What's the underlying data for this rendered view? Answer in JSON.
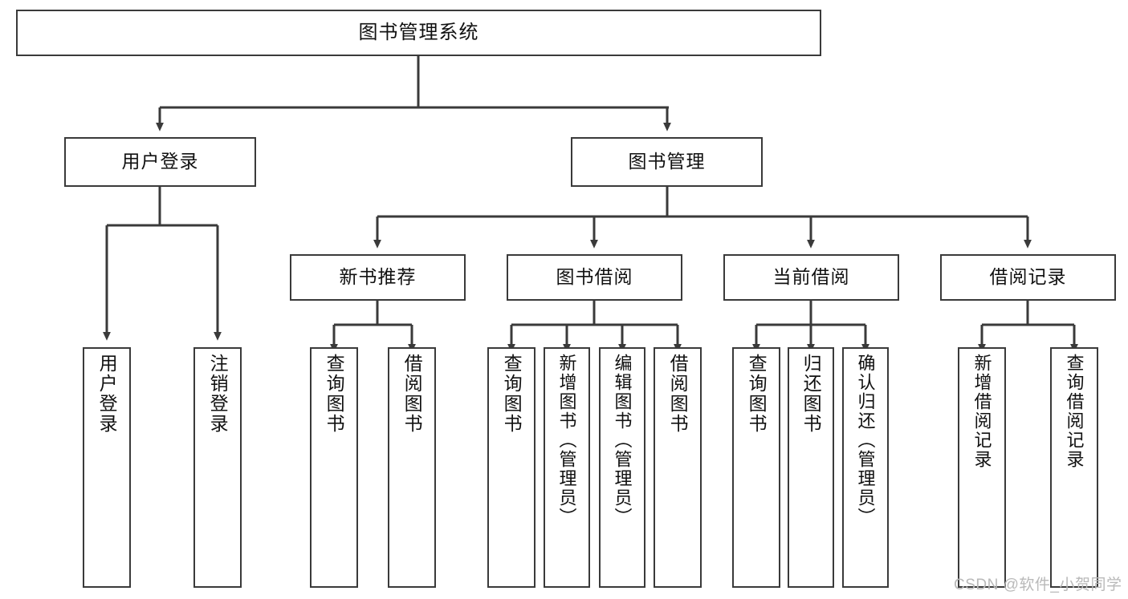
{
  "diagram": {
    "title": "图书管理系统",
    "type": "tree-hierarchy-chart",
    "stroke_color": "#3a3a3a",
    "background_color": "#ffffff",
    "levels": {
      "root": {
        "label": "图书管理系统"
      },
      "level2": [
        {
          "label": "用户登录"
        },
        {
          "label": "图书管理"
        }
      ],
      "level3": [
        {
          "label": "新书推荐"
        },
        {
          "label": "图书借阅"
        },
        {
          "label": "当前借阅"
        },
        {
          "label": "借阅记录"
        }
      ],
      "leaves": {
        "user_login": [
          {
            "label": "用户登录"
          },
          {
            "label": "注销登录"
          }
        ],
        "new_book_recommend": [
          {
            "label": "查询图书"
          },
          {
            "label": "借阅图书"
          }
        ],
        "book_borrow": [
          {
            "label": "查询图书"
          },
          {
            "label": "新增图书（管理员）"
          },
          {
            "label": "编辑图书（管理员）"
          },
          {
            "label": "借阅图书"
          }
        ],
        "current_borrow": [
          {
            "label": "查询图书"
          },
          {
            "label": "归还图书"
          },
          {
            "label": "确认归还（管理员）"
          }
        ],
        "borrow_records": [
          {
            "label": "新增借阅记录"
          },
          {
            "label": "查询借阅记录"
          }
        ]
      }
    }
  },
  "watermark": {
    "text": "CSDN @软件_小贺同学",
    "color": "#b9b9b9"
  }
}
